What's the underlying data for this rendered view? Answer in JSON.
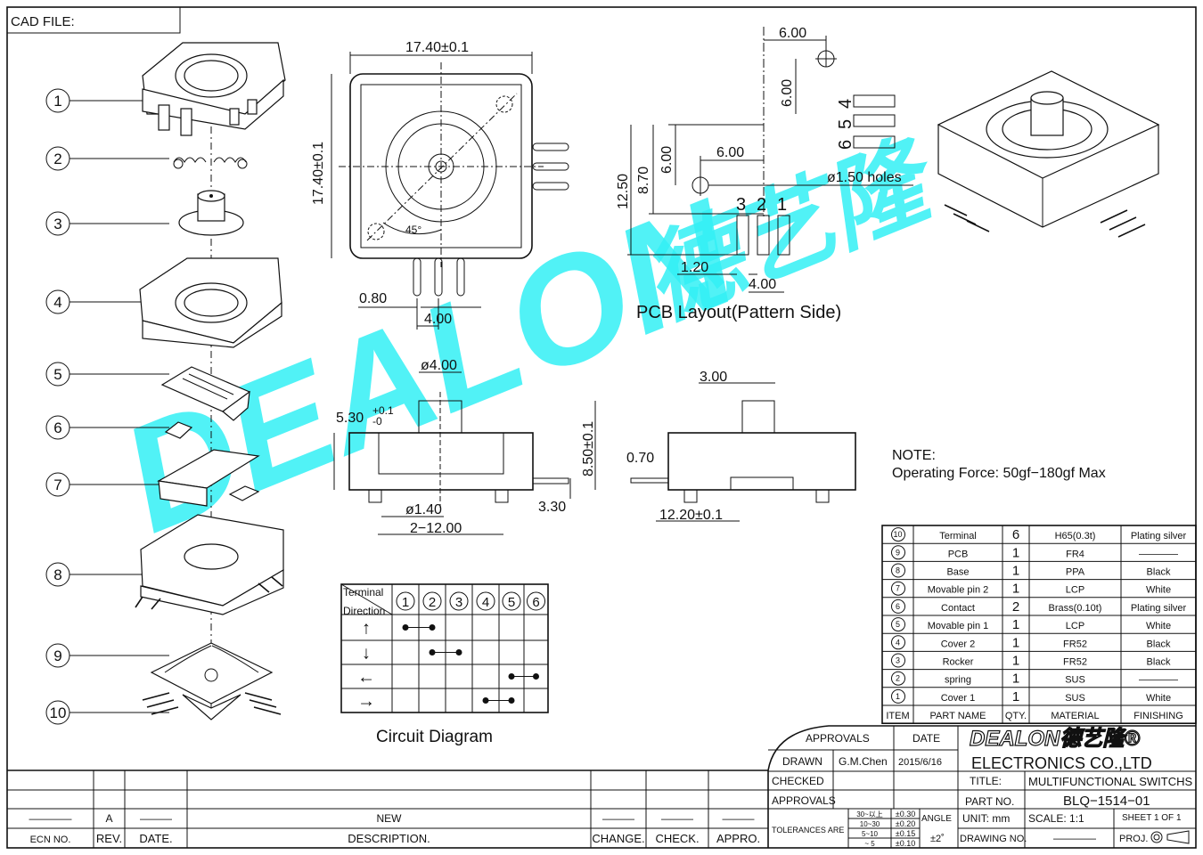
{
  "cad_file_label": "CAD FILE:",
  "watermark": {
    "brand": "DEALON",
    "chinese": "德艺隆",
    "color": "#33f0f5"
  },
  "exploded_items": [
    "1",
    "2",
    "3",
    "4",
    "5",
    "6",
    "7",
    "8",
    "9",
    "10"
  ],
  "top_view": {
    "width_dim": "17.40±0.1",
    "height_dim": "17.40±0.1",
    "angle": "45°",
    "pin_offset": "0.80",
    "pin_pitch": "4.00"
  },
  "pcb_layout": {
    "title": "PCB Layout(Pattern Side)",
    "dims": {
      "top": "6.00",
      "right_v": "6.00",
      "mid_h": "6.00",
      "mid_v": "6.00",
      "v870": "8.70",
      "v1250": "12.50",
      "holes": "ø1.50  holes",
      "offset": "1.20",
      "pitch": "4.00"
    },
    "pads_right": [
      "4",
      "5",
      "6"
    ],
    "pads_bottom": [
      "3",
      "2",
      "1"
    ]
  },
  "side_view": {
    "shaft": "ø4.00",
    "height_a": "5.30",
    "tol_a_plus": "+0.1",
    "tol_a_minus": "-0",
    "total_h": "8.50±0.1",
    "h2": "3.30",
    "peg": "ø1.40",
    "peg_pitch": "2−12.00"
  },
  "side_view2": {
    "shaft": "3.00",
    "term": "0.70",
    "width": "12.20±0.1"
  },
  "note": {
    "title": "NOTE:",
    "text": "Operating  Force:  50gf−180gf  Max"
  },
  "circuit": {
    "title": "Circuit  Diagram",
    "header_top": "Terminal",
    "header_bottom": "Direction",
    "terminals": [
      "1",
      "2",
      "3",
      "4",
      "5",
      "6"
    ],
    "rows": [
      {
        "direction": "up",
        "arrow": "↑",
        "connect": [
          1,
          2
        ]
      },
      {
        "direction": "down",
        "arrow": "↓",
        "connect": [
          2,
          3
        ]
      },
      {
        "direction": "left",
        "arrow": "←",
        "connect": [
          5,
          6
        ]
      },
      {
        "direction": "right",
        "arrow": "→",
        "connect": [
          4,
          5
        ]
      }
    ]
  },
  "bom": {
    "headers": [
      "ITEM",
      "PART  NAME",
      "QTY.",
      "MATERIAL",
      "FINISHING"
    ],
    "rows": [
      {
        "item": "10",
        "name": "Terminal",
        "qty": "6",
        "material": "H65(0.3t)",
        "finishing": "Plating  silver"
      },
      {
        "item": "9",
        "name": "PCB",
        "qty": "1",
        "material": "FR4",
        "finishing": "————"
      },
      {
        "item": "8",
        "name": "Base",
        "qty": "1",
        "material": "PPA",
        "finishing": "Black"
      },
      {
        "item": "7",
        "name": "Movable  pin  2",
        "qty": "1",
        "material": "LCP",
        "finishing": "White"
      },
      {
        "item": "6",
        "name": "Contact",
        "qty": "2",
        "material": "Brass(0.10t)",
        "finishing": "Plating  silver"
      },
      {
        "item": "5",
        "name": "Movable  pin  1",
        "qty": "1",
        "material": "LCP",
        "finishing": "White"
      },
      {
        "item": "4",
        "name": "Cover  2",
        "qty": "1",
        "material": "FR52",
        "finishing": "Black"
      },
      {
        "item": "3",
        "name": "Rocker",
        "qty": "1",
        "material": "FR52",
        "finishing": "Black"
      },
      {
        "item": "2",
        "name": "spring",
        "qty": "1",
        "material": "SUS",
        "finishing": "————"
      },
      {
        "item": "1",
        "name": "Cover  1",
        "qty": "1",
        "material": "SUS",
        "finishing": "White"
      }
    ]
  },
  "title_block": {
    "approvals": "APPROVALS",
    "date": "DATE",
    "drawn": "DRAWN",
    "drawn_by": "G.M.Chen",
    "drawn_date": "2015/6/16",
    "checked": "CHECKED",
    "approvals2": "APPROVALS",
    "company_logo": "DEALON德艺隆®",
    "company": "ELECTRONICS  CO.,LTD",
    "title_label": "TITLE:",
    "title": "MULTIFUNCTIONAL  SWITCHS",
    "part_label": "PART  NO.",
    "part_no": "BLQ−1514−01",
    "tolerances": "TOLERANCES  ARE",
    "tol_ranges": [
      "30~以上",
      "10~30",
      "5~10",
      "~ 5"
    ],
    "tol_values": [
      "±0.30",
      "±0.20",
      "±0.15",
      "±0.10"
    ],
    "angle_label": "ANGLE",
    "angle_value": "±2˚",
    "unit": "UNIT:  mm",
    "scale": "SCALE:    1:1",
    "sheet": "SHEET   1  OF  1",
    "drawing_no_label": "DRAWING  NO.",
    "drawing_no": "————",
    "proj": "PROJ."
  },
  "revision": {
    "ecn": "————",
    "rev": "A",
    "date": "———",
    "description": "NEW",
    "change": "———",
    "check": "———",
    "appro": "———",
    "headers": [
      "ECN  NO.",
      "REV.",
      "DATE.",
      "DESCRIPTION.",
      "CHANGE.",
      "CHECK.",
      "APPRO."
    ]
  }
}
